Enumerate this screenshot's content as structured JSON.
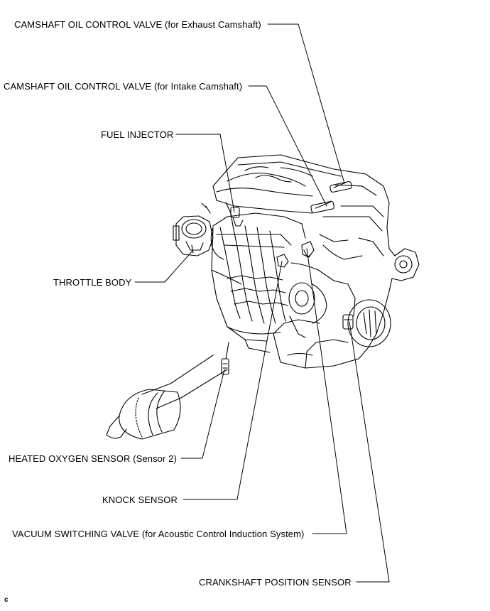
{
  "labels": {
    "ocv_exhaust": "CAMSHAFT OIL CONTROL VALVE (for Exhaust Camshaft)",
    "ocv_intake": "CAMSHAFT OIL CONTROL VALVE (for Intake Camshaft)",
    "fuel_injector": "FUEL INJECTOR",
    "throttle_body": "THROTTLE BODY",
    "heated_oxygen_sensor": "HEATED OXYGEN SENSOR (Sensor 2)",
    "knock_sensor": "KNOCK SENSOR",
    "vacuum_switching_valve": "VACUUM SWITCHING VALVE (for Acoustic Control Induction System)",
    "crankshaft_position_sensor": "CRANKSHAFT POSITION SENSOR"
  },
  "figure_code": "c"
}
